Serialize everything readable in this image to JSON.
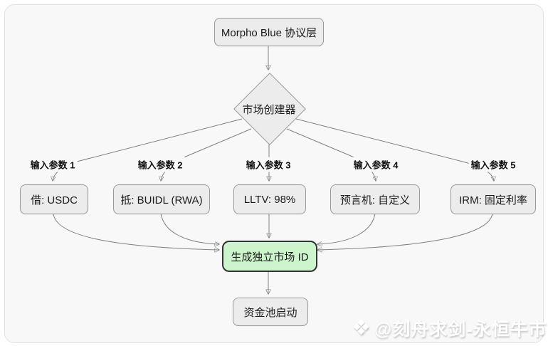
{
  "diagram": {
    "nodes": {
      "protocol": "Morpho Blue 协议层",
      "creator": "市场创建器",
      "params": [
        {
          "edge_label": "输入参数 1",
          "label": "借: USDC"
        },
        {
          "edge_label": "输入参数 2",
          "label": "抵: BUIDL (RWA)"
        },
        {
          "edge_label": "输入参数 3",
          "label": "LLTV: 98%"
        },
        {
          "edge_label": "输入参数 4",
          "label": "预言机: 自定义"
        },
        {
          "edge_label": "输入参数 5",
          "label": "IRM: 固定利率"
        }
      ],
      "market_id": "生成独立市场 ID",
      "pool": "资金池启动"
    },
    "colors": {
      "canvas_bg": "#f8f8f8",
      "node_fill": "#ececec",
      "node_border": "#999999",
      "highlight_fill": "#ccf5cc",
      "highlight_border": "#333333",
      "edge": "#808080"
    }
  },
  "watermark": {
    "icon": "binance-diamond-icon",
    "icon_glyph": "❖",
    "text": "@刻舟求剑-永恒牛市"
  }
}
